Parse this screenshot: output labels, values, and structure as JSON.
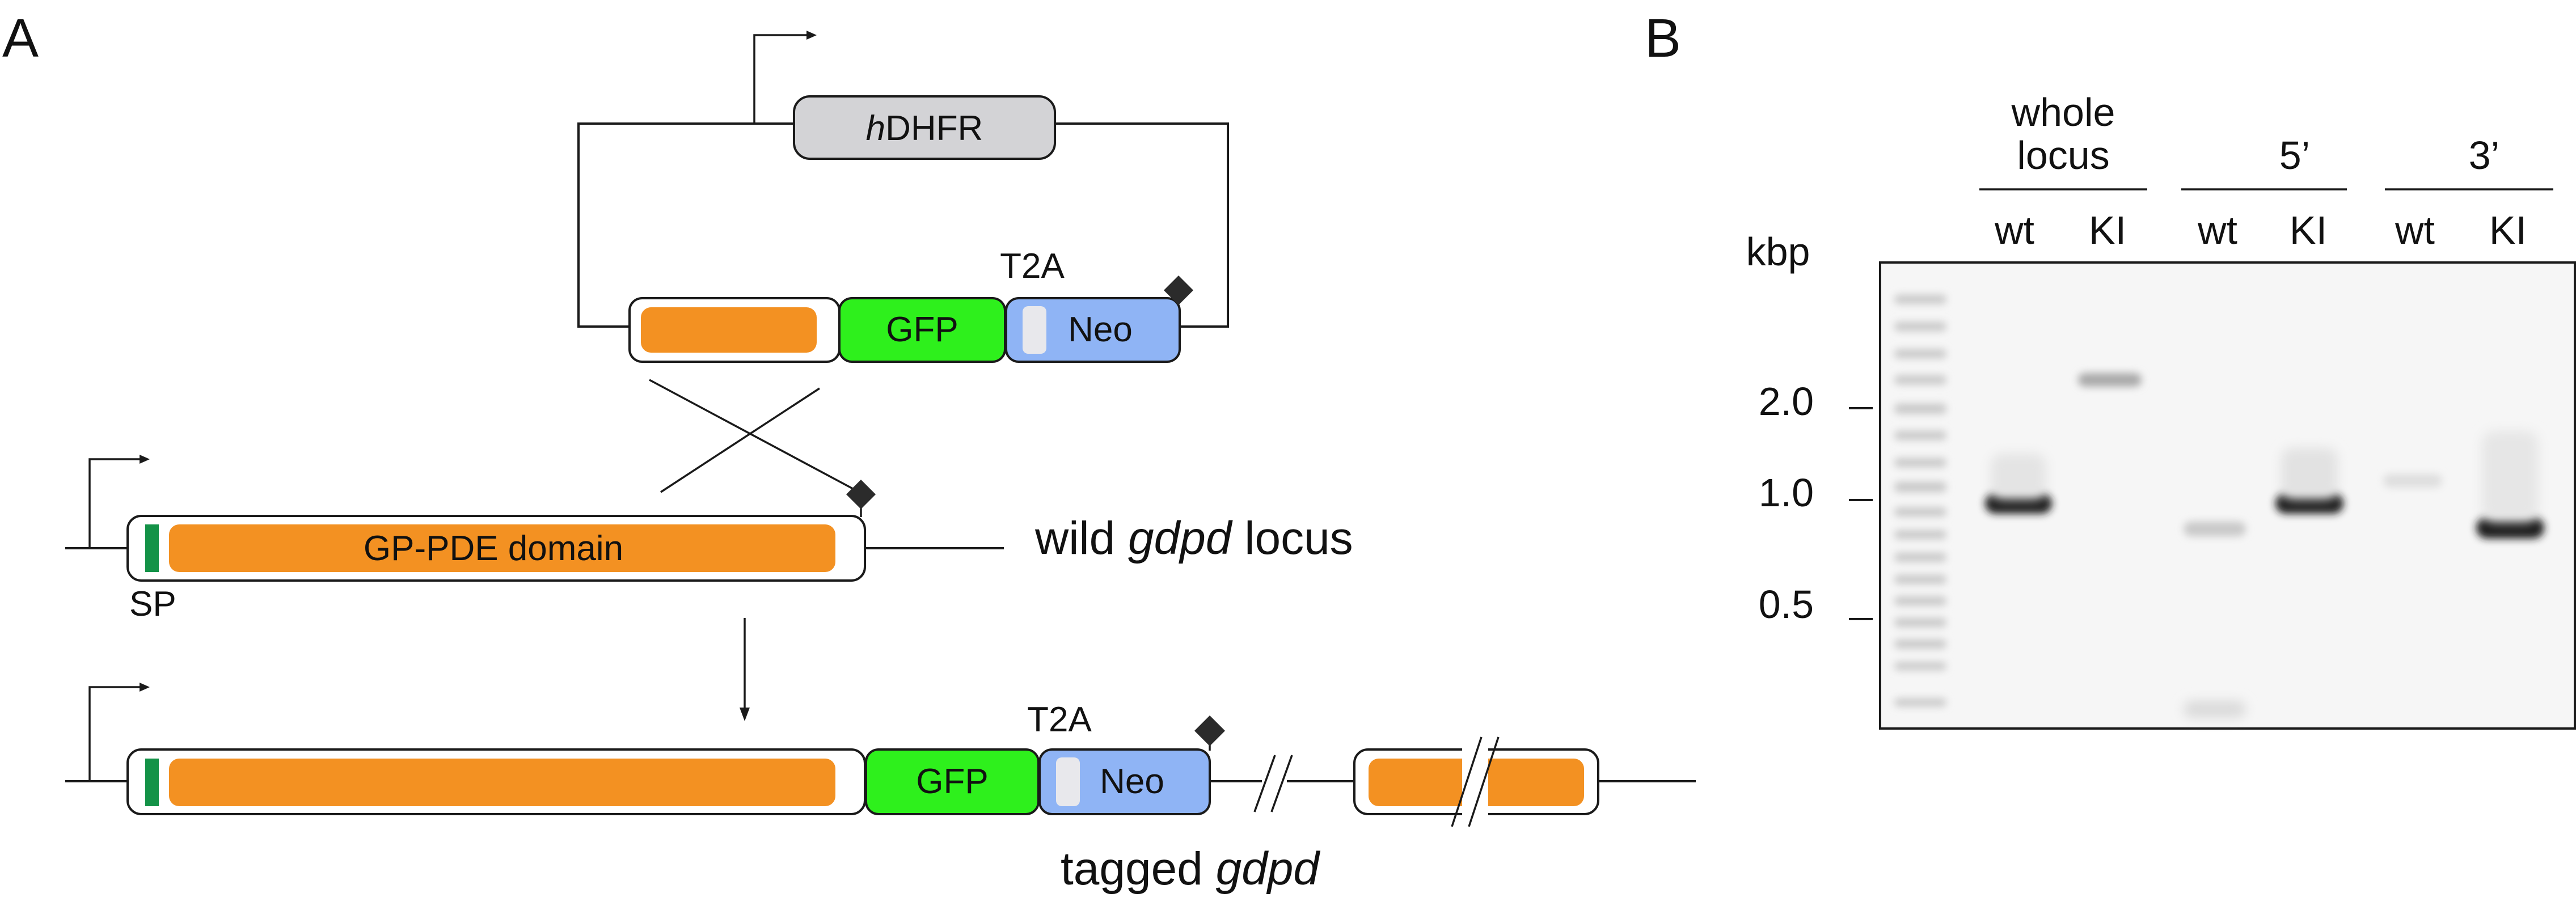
{
  "panel_a": {
    "letter": "A",
    "plasmid": {
      "marker_prefix": "h",
      "marker_suffix": "DHFR",
      "gfp_label": "GFP",
      "t2a_label": "T2A",
      "neo_label": "Neo"
    },
    "wild_locus": {
      "domain_label": "GP-PDE domain",
      "sp_label": "SP",
      "locus_prefix": "wild ",
      "locus_gene": "gdpd",
      "locus_suffix": " locus"
    },
    "tagged_locus": {
      "gfp_label": "GFP",
      "t2a_label": "T2A",
      "neo_label": "Neo",
      "tagged_prefix": "tagged ",
      "tagged_gene": "gdpd"
    }
  },
  "panel_b": {
    "letter": "B",
    "unit_label": "kbp",
    "size_markers": [
      "2.0",
      "1.0",
      "0.5"
    ],
    "groups": [
      {
        "label_line1": "whole",
        "label_line2": "locus",
        "lanes": [
          "wt",
          "KI"
        ]
      },
      {
        "label_line1": "5’",
        "label_line2": "",
        "lanes": [
          "wt",
          "KI"
        ]
      },
      {
        "label_line1": "3’",
        "label_line2": "",
        "lanes": [
          "wt",
          "KI"
        ]
      }
    ]
  },
  "colors": {
    "orange": "#f39122",
    "gfp_green": "#2ef01c",
    "neo_blue": "#8fb4f5",
    "sp_green": "#139247",
    "dhfr_gray": "#d3d3d6",
    "gel_bg": "#f7f7f7"
  }
}
